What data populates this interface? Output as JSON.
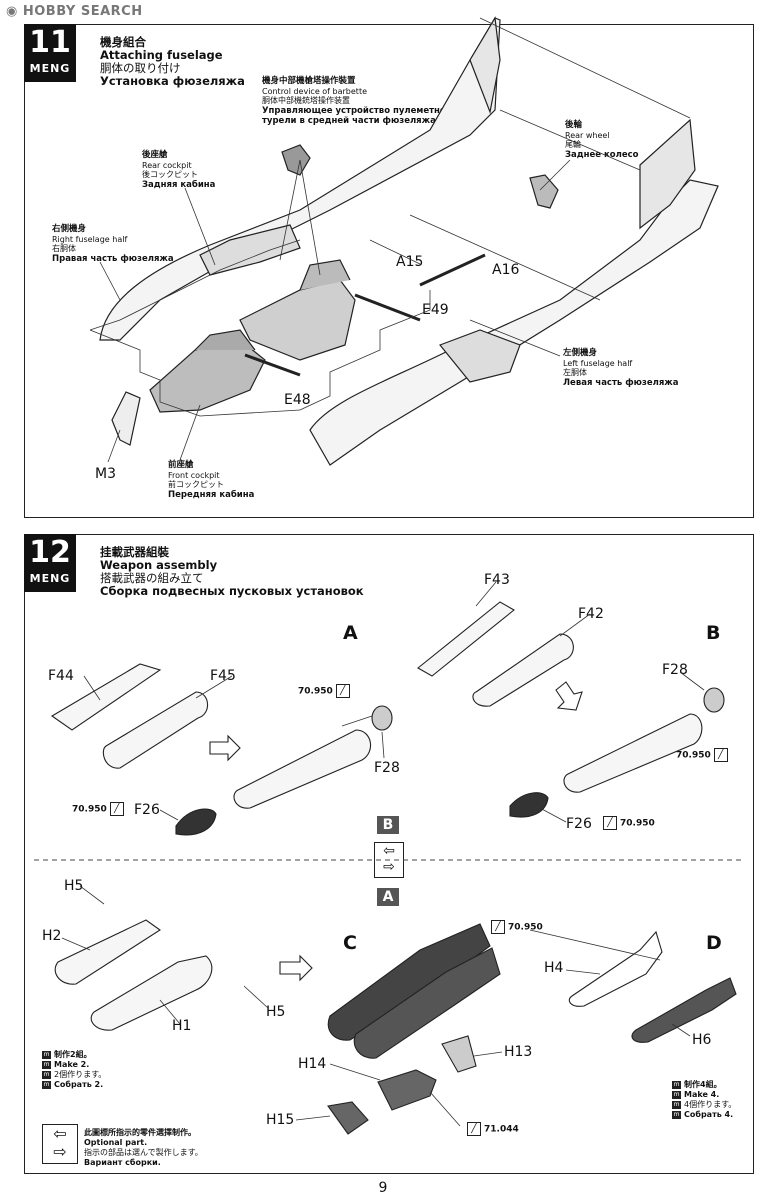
{
  "watermark": "HOBBY SEARCH",
  "brand": "MENG",
  "step11": {
    "number": "11",
    "title_zh": "機身組合",
    "title_en": "Attaching fuselage",
    "title_ja": "胴体の取り付け",
    "title_ru": "Установка фюзеляжа",
    "callouts": {
      "barbette": {
        "zh": "機身中部機槍塔操作裝置",
        "en": "Control device of barbette",
        "ja": "胴体中部機銃塔操作装置",
        "ru1": "Управляющее устройство пулеметной",
        "ru2": "турели в средней части фюзеляжа"
      },
      "rear_wheel": {
        "zh": "後輪",
        "en": "Rear wheel",
        "ja": "尾輪",
        "ru": "Заднее колесо"
      },
      "rear_cockpit": {
        "zh": "後座艙",
        "en": "Rear cockpit",
        "ja": "後コックピット",
        "ru": "Задняя кабина"
      },
      "right_fuselage": {
        "zh": "右側機身",
        "en": "Right fuselage half",
        "ja": "右胴体",
        "ru": "Правая часть фюзеляжа"
      },
      "left_fuselage": {
        "zh": "左側機身",
        "en": "Left fuselage half",
        "ja": "左胴体",
        "ru": "Левая часть фюзеляжа"
      },
      "front_cockpit": {
        "zh": "前座艙",
        "en": "Front cockpit",
        "ja": "前コックピット",
        "ru": "Передняя кабина"
      }
    },
    "parts": {
      "a15": "A15",
      "a16": "A16",
      "e49": "E49",
      "e48": "E48",
      "m3": "M3"
    }
  },
  "step12": {
    "number": "12",
    "title_zh": "挂載武器組裝",
    "title_en": "Weapon assembly",
    "title_ja": "搭載武器の組み立て",
    "title_ru": "Сборка подвесных пусковых установок",
    "sub_a": "A",
    "sub_b": "B",
    "sub_c": "C",
    "sub_d": "D",
    "parts": {
      "f43": "F43",
      "f42": "F42",
      "f44": "F44",
      "f45": "F45",
      "f28a": "F28",
      "f28b": "F28",
      "f26a": "F26",
      "f26b": "F26",
      "h5a": "H5",
      "h5b": "H5",
      "h2": "H2",
      "h1": "H1",
      "h4": "H4",
      "h6": "H6",
      "h13": "H13",
      "h14": "H14",
      "h15": "H15"
    },
    "paints": {
      "p1": "70.950",
      "p2": "70.950",
      "p3": "70.950",
      "p4": "70.950",
      "p5": "70.950",
      "p6": "71.044"
    },
    "option_b": "B",
    "option_a": "A",
    "make2": {
      "zh": "制作2組。",
      "en": "Make 2.",
      "ja": "2個作ります。",
      "ru": "Собрать 2."
    },
    "make4": {
      "zh": "制作4組。",
      "en": "Make 4.",
      "ja": "4個作ります。",
      "ru": "Собрать 4."
    },
    "optional": {
      "zh": "此圖標所指示的零件選擇制作。",
      "en": "Optional part.",
      "ja": "指示の部品は選んで製作します。",
      "ru": "Вариант сборки."
    }
  },
  "page_number": "9"
}
